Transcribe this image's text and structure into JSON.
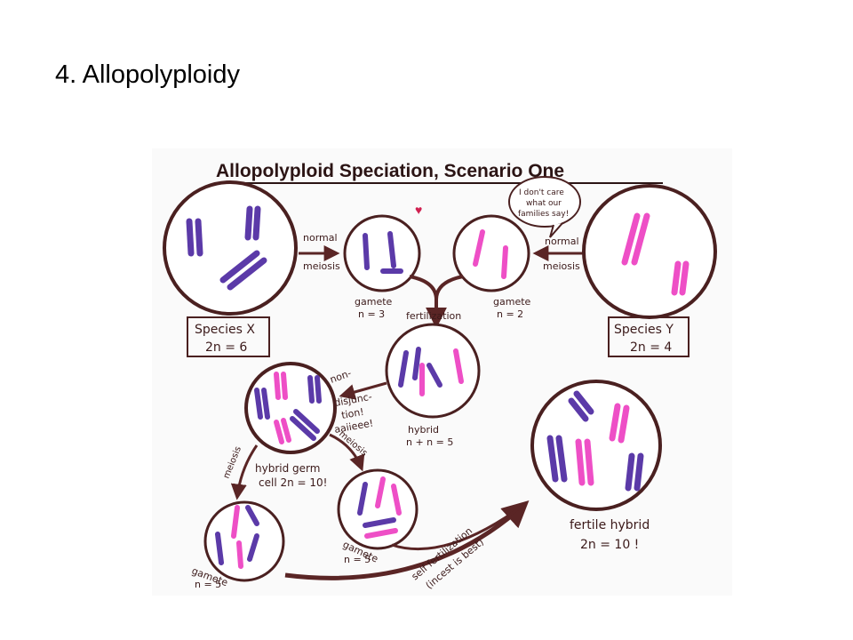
{
  "slide": {
    "title": "4.  Allopolyploidy"
  },
  "figure": {
    "title": "Allopolyploid Speciation, Scenario One",
    "colors": {
      "outline": "#4a2020",
      "chromosome_species_x": "#5b3aa8",
      "chromosome_species_y": "#ee4fc6",
      "arrow": "#5a2525"
    },
    "labels": {
      "normal_meiosis_left": [
        "normal",
        "meiosis"
      ],
      "normal_meiosis_right": [
        "normal",
        "meiosis"
      ],
      "species_x": [
        "Species X",
        "2n = 6"
      ],
      "species_y": [
        "Species Y",
        "2n = 4"
      ],
      "gamete_x": [
        "gamete",
        "n = 3"
      ],
      "gamete_y": [
        "gamete",
        "n = 2"
      ],
      "fertilization": "fertilization",
      "speech_bubble": [
        "I don't care",
        "what our",
        "families say!"
      ],
      "hybrid": [
        "hybrid",
        "n + n = 5"
      ],
      "nondisjunction": [
        "non-",
        "disjunc-",
        "tion!",
        "aaiieee!"
      ],
      "hybrid_germ_cell": [
        "hybrid germ",
        "cell 2n = 10!"
      ],
      "meiosis_left": "meiosis",
      "meiosis_right": "meiosis",
      "gamete_bottom_left": [
        "gamete",
        "n = 5"
      ],
      "gamete_bottom_mid": [
        "gamete",
        "n = 5"
      ],
      "self_fertilization": [
        "self fertilization",
        "(incest is best)"
      ],
      "fertile_hybrid": [
        "fertile hybrid",
        "2n = 10 !"
      ]
    }
  }
}
